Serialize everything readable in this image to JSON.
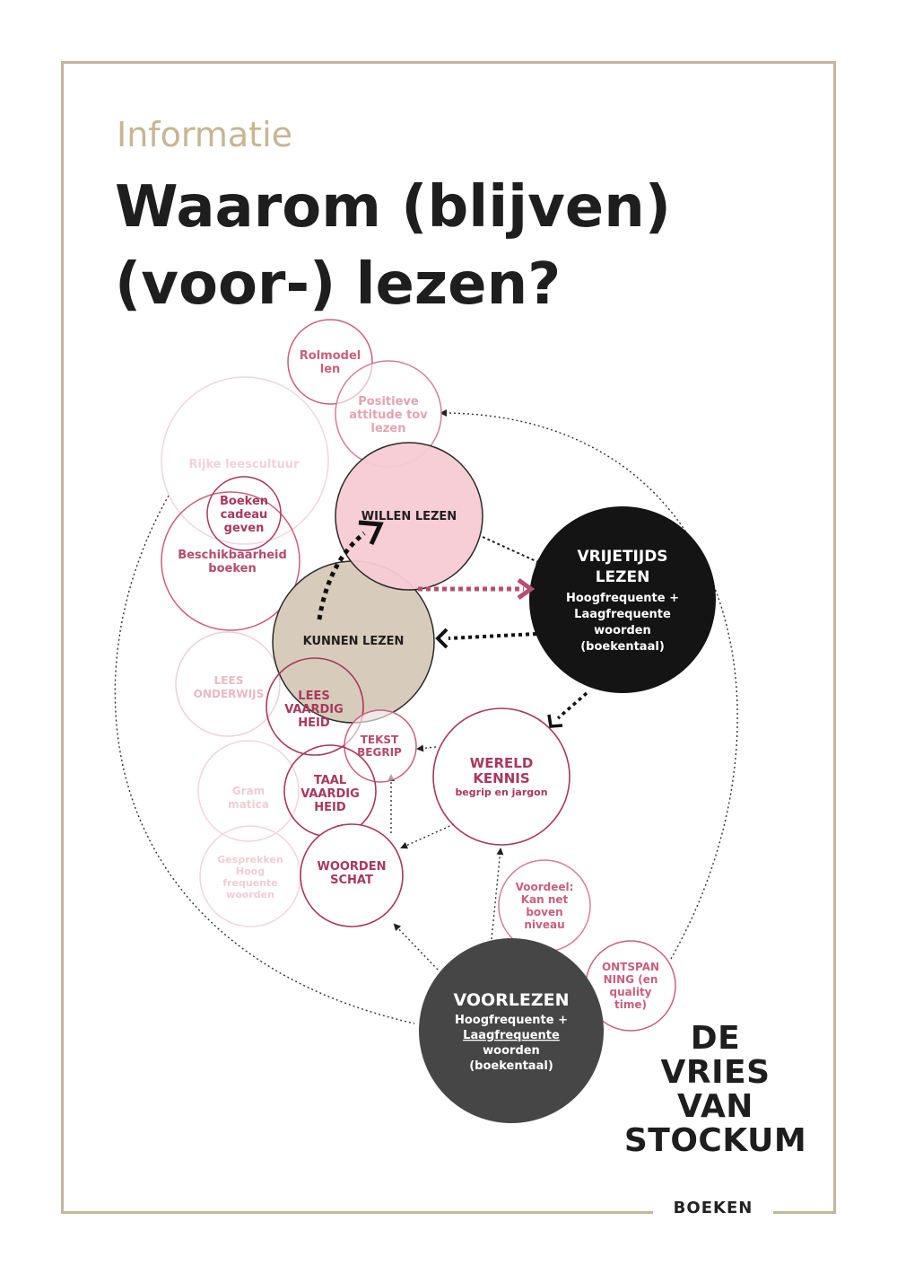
{
  "header": {
    "kicker": "Informatie",
    "title_line1": "Waarom (blijven)",
    "title_line2": "(voor-) lezen?"
  },
  "colors": {
    "frame": "#c4b69b",
    "kicker": "#c8b592",
    "accent": "#a8385c",
    "accent_faded": "#e9b9c5",
    "willen_fill": "#f7cbd4",
    "kunnen_fill": "#d7cbbb",
    "vrijetijds_fill": "#141414",
    "voorlezen_fill": "#464646"
  },
  "diagram": {
    "rolmodel": [
      "Rolmodel",
      "len"
    ],
    "positieve": [
      "Positieve",
      "attitude tov",
      "lezen"
    ],
    "rijke": [
      "Rijke leescultuur"
    ],
    "boeken_cadeau": [
      "Boeken",
      "cadeau",
      "geven"
    ],
    "beschikbaarheid": [
      "Beschikbaarheid",
      "boeken"
    ],
    "willen": [
      "WILLEN LEZEN"
    ],
    "kunnen": [
      "KUNNEN LEZEN"
    ],
    "vrijetijds_title": [
      "VRIJETIJDS",
      "LEZEN"
    ],
    "vrijetijds_sub": [
      "Hoogfrequente +",
      "Laagfrequente",
      "woorden",
      "(boekentaal)"
    ],
    "lees_onderwijs": [
      "LEES",
      "ONDERWIJS"
    ],
    "lees_vaardigheid": [
      "LEES",
      "VAARDIG",
      "HEID"
    ],
    "tekstbegrip": [
      "TEKST",
      "BEGRIP"
    ],
    "wereldkennis_title": [
      "WERELD",
      "KENNIS"
    ],
    "wereldkennis_sub": [
      "begrip en jargon"
    ],
    "grammatica": [
      "Gram",
      "matica"
    ],
    "taalvaardigheid": [
      "TAAL",
      "VAARDIG",
      "HEID"
    ],
    "gesprekken": [
      "Gesprekken",
      "Hoog",
      "frequente",
      "woorden"
    ],
    "woordenschat": [
      "WOORDEN",
      "SCHAT"
    ],
    "voordeel": [
      "Voordeel:",
      "Kan net",
      "boven",
      "niveau"
    ],
    "ontspanning": [
      "ONTSPAN",
      "NING (en",
      "quality",
      "time)"
    ],
    "voorlezen_title": [
      "VOORLEZEN"
    ],
    "voorlezen_sub": [
      "Hoogfrequente +",
      "Laagfrequente",
      "woorden",
      "(boekentaal)"
    ]
  },
  "logo": [
    "DE",
    "VRIES",
    "VAN",
    "STOCKUM"
  ],
  "footer_label": "BOEKEN"
}
